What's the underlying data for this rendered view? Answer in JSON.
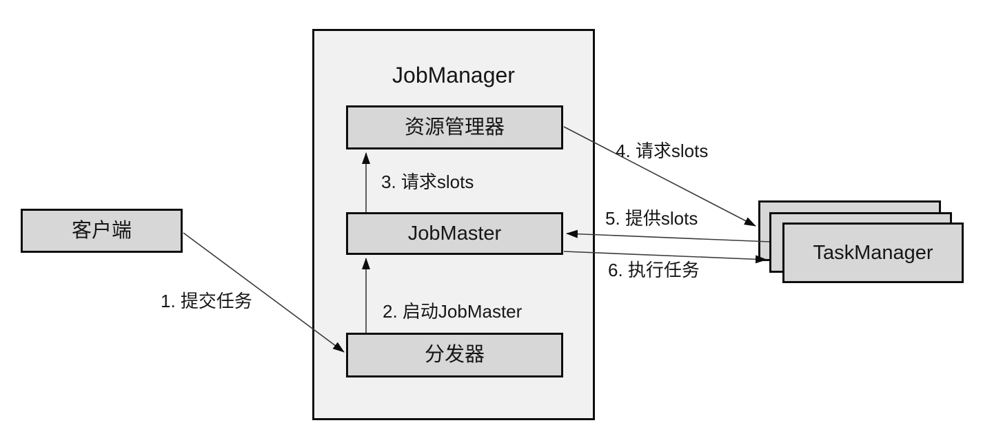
{
  "diagram": {
    "container": {
      "title": "JobManager"
    },
    "nodes": {
      "client": {
        "label": "客户端"
      },
      "resource_manager": {
        "label": "资源管理器"
      },
      "job_master": {
        "label": "JobMaster"
      },
      "dispatcher": {
        "label": "分发器"
      },
      "task_manager": {
        "label": "TaskManager",
        "stack_count": 3
      }
    },
    "edges": [
      {
        "step": 1,
        "label": "1. 提交任务",
        "from": "客户端",
        "to": "分发器"
      },
      {
        "step": 2,
        "label": "2. 启动JobMaster",
        "from": "分发器",
        "to": "JobMaster"
      },
      {
        "step": 3,
        "label": "3. 请求slots",
        "from": "JobMaster",
        "to": "资源管理器"
      },
      {
        "step": 4,
        "label": "4. 请求slots",
        "from": "资源管理器",
        "to": "TaskManager"
      },
      {
        "step": 5,
        "label": "5. 提供slots",
        "from": "TaskManager",
        "to": "JobMaster"
      },
      {
        "step": 6,
        "label": "6. 执行任务",
        "from": "JobMaster",
        "to": "TaskManager"
      }
    ],
    "colors": {
      "background": "#ffffff",
      "container_fill": "#f1f1f1",
      "node_fill": "#d7d7d7",
      "border": "#0d0d0d",
      "line": "#3a3a3a",
      "text": "#161616"
    }
  }
}
